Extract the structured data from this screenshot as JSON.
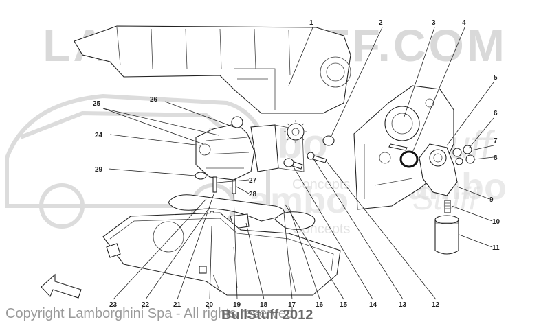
{
  "watermark": {
    "site": "LAMBOSTUFF.COM",
    "brand_words": [
      "lambo",
      "Stuff",
      "Lambo",
      "Concepts",
      "Stuff",
      "Lambo",
      "Concepts"
    ]
  },
  "footer": {
    "copyright": "Copyright Lamborghini Spa - All rights reserved",
    "overlay": "BullStuff 2012"
  },
  "callouts": [
    "1",
    "2",
    "3",
    "4",
    "5",
    "6",
    "7",
    "8",
    "9",
    "10",
    "11",
    "12",
    "13",
    "14",
    "15",
    "16",
    "17",
    "18",
    "19",
    "20",
    "21",
    "22",
    "23",
    "24",
    "25",
    "26",
    "27",
    "28",
    "29"
  ],
  "colors": {
    "line": "#222222",
    "watermark": "#d9d9d9",
    "footer": "#9a9a9a"
  },
  "icons": [
    "direction-arrow-icon"
  ]
}
